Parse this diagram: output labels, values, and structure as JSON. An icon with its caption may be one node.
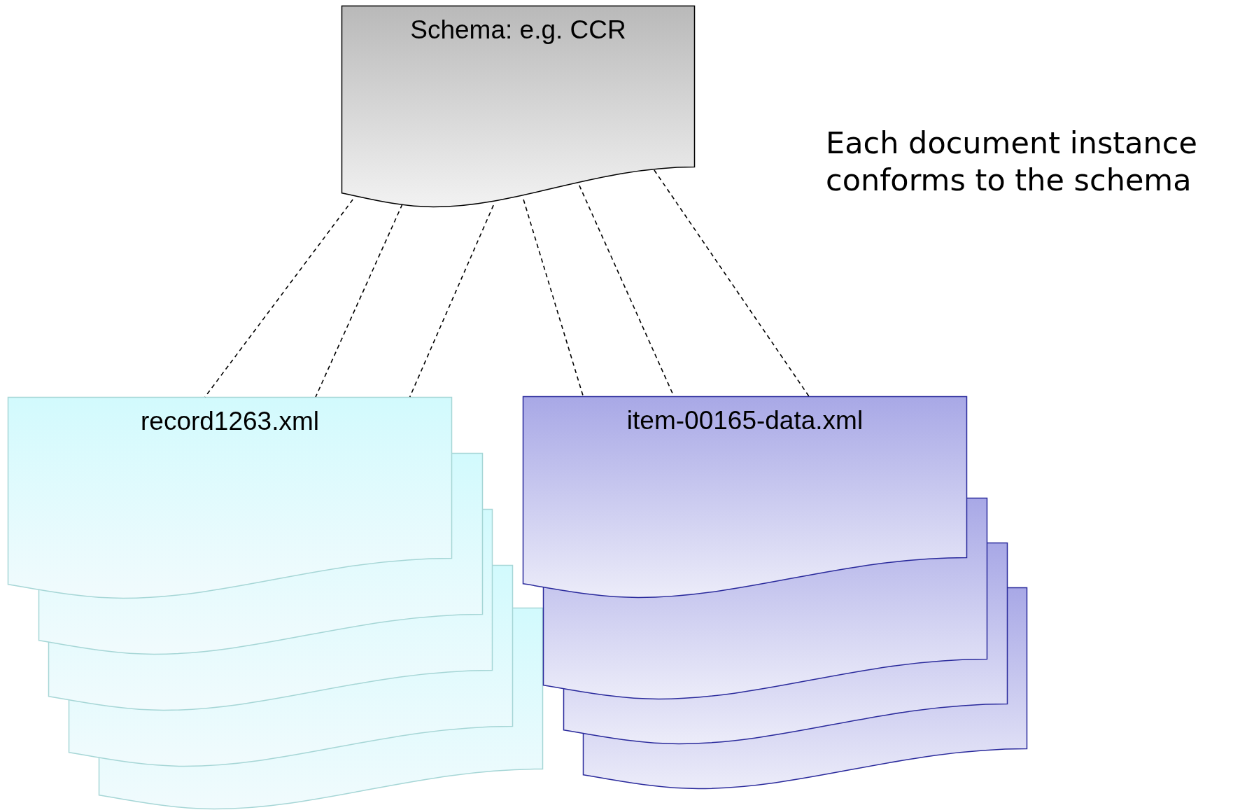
{
  "diagram": {
    "nodes": [
      {
        "text": [
          "Schema: e.g. CCR"
        ]
      },
      {
        "text": [
          "record1263.xml"
        ]
      },
      {
        "text": [],
        "shape": "document"
      },
      {
        "text": [],
        "shape": "document"
      },
      {
        "text": [],
        "shape": "document"
      },
      {
        "text": [],
        "shape": "document"
      },
      {
        "text": [
          "item-00165-data.xml"
        ]
      },
      {
        "text": [],
        "shape": "document"
      },
      {
        "text": [],
        "shape": "document"
      },
      {
        "text": [],
        "shape": "document"
      }
    ],
    "edges": [
      {
        "from": 0,
        "to": 1,
        "arrow": "none",
        "style": "dashed"
      },
      {
        "from": 0,
        "to": 1,
        "arrow": "none",
        "style": "dashed"
      },
      {
        "from": 0,
        "to": 1,
        "arrow": "none",
        "style": "dashed"
      },
      {
        "from": 0,
        "to": 6,
        "arrow": "none",
        "style": "dashed"
      },
      {
        "from": 0,
        "to": 6,
        "arrow": "none",
        "style": "dashed"
      },
      {
        "from": 0,
        "to": 6,
        "arrow": "none",
        "style": "dashed"
      }
    ],
    "labels": [
      "Each document instance conforms to the schema"
    ]
  }
}
